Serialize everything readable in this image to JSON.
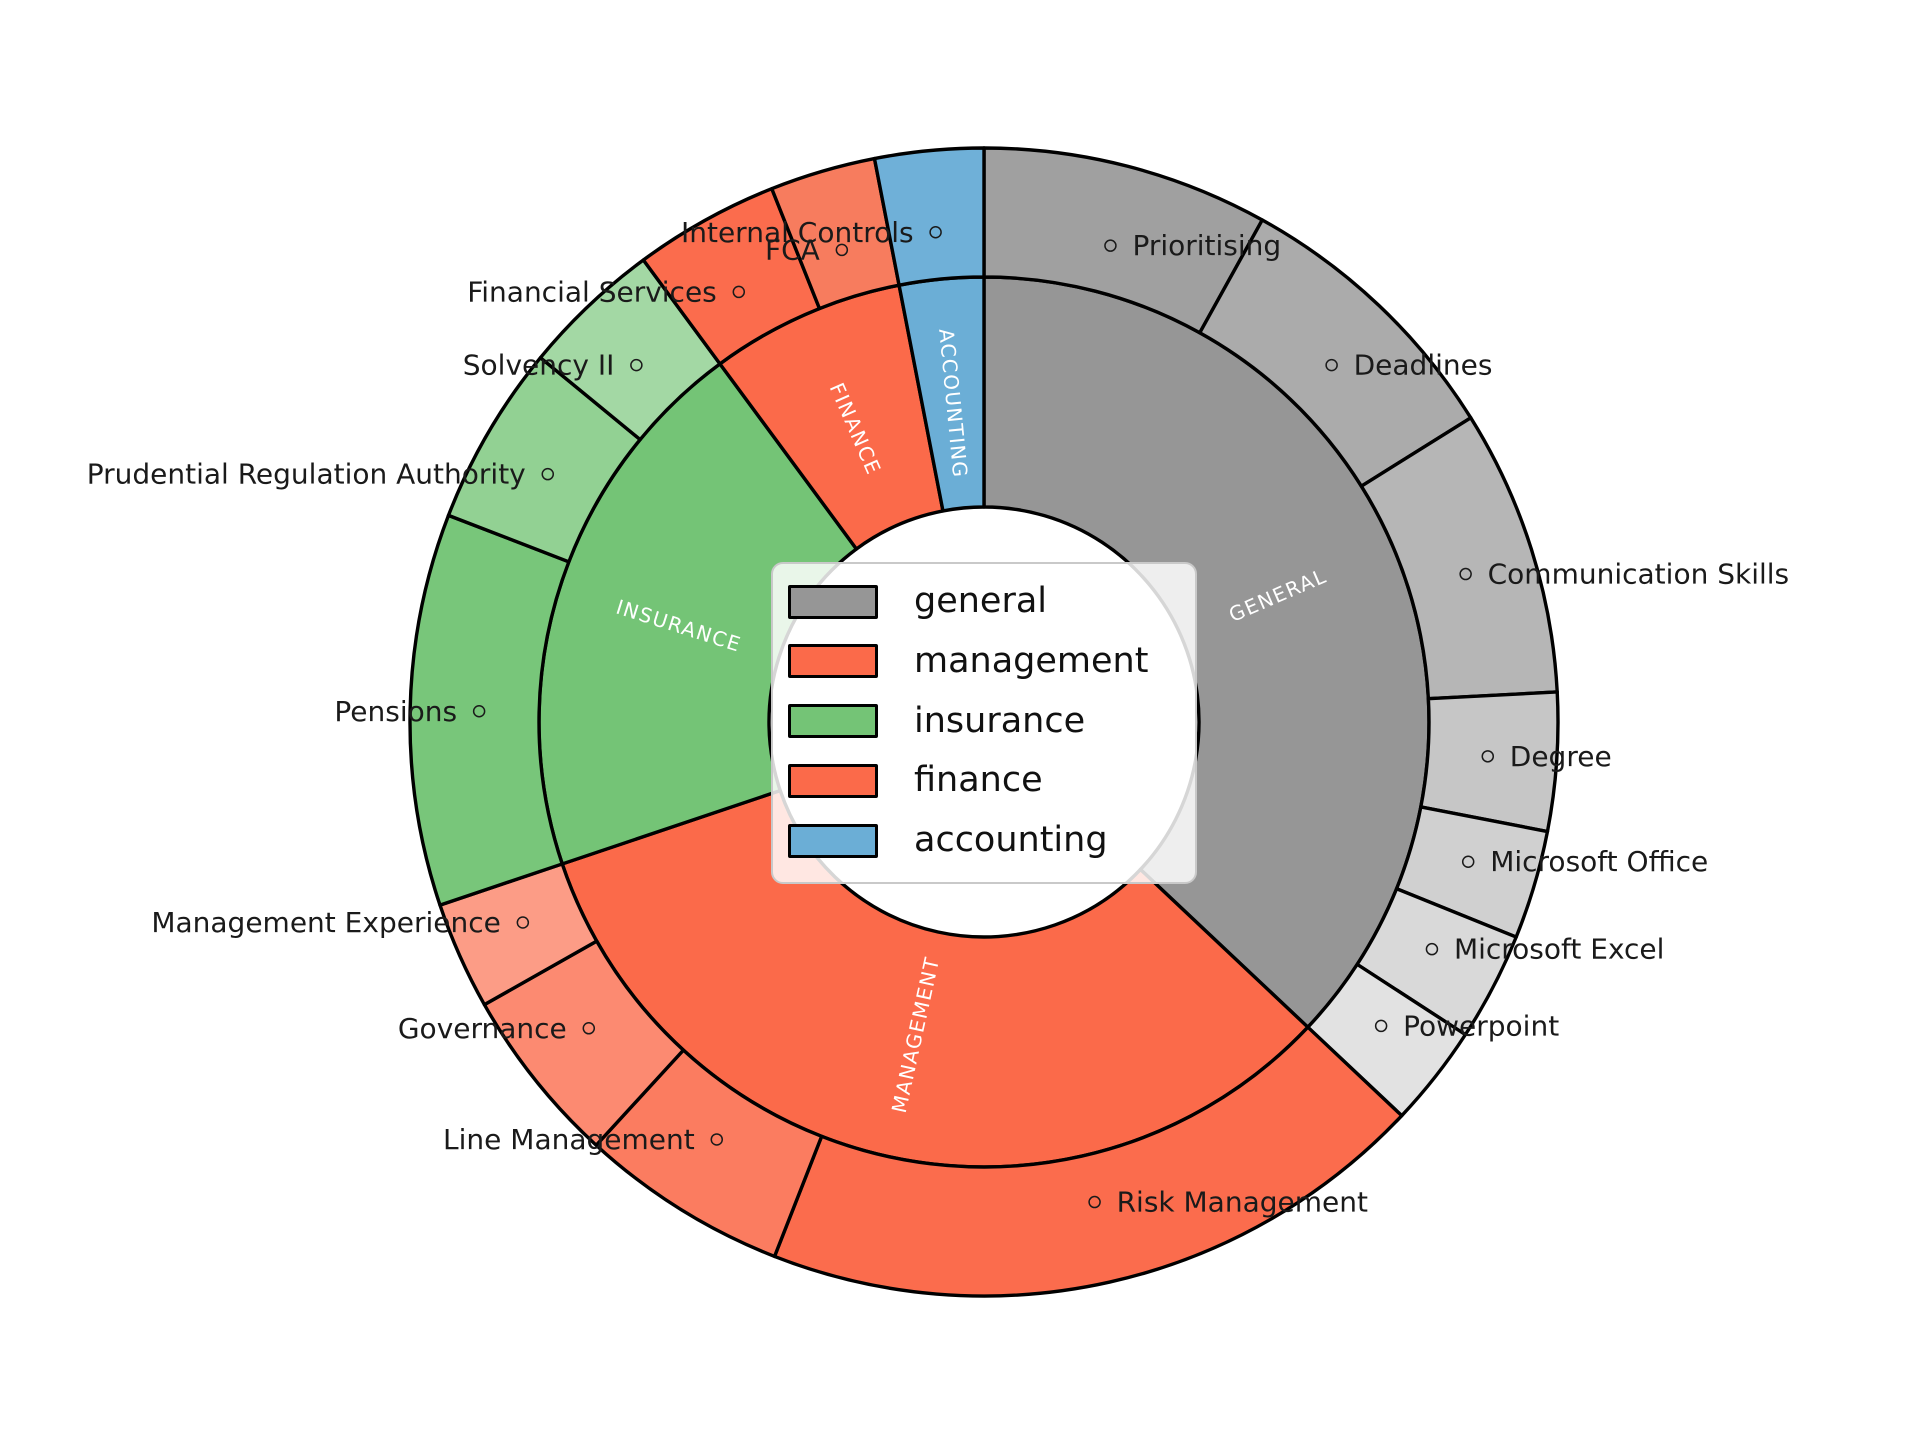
{
  "figure": {
    "background": "#ffffff",
    "description": "Two-ring sunburst chart of CV / job-ad skill keywords grouped into five categories"
  },
  "legend": {
    "position": "center",
    "items": [
      {
        "label": "general",
        "color": "#969696"
      },
      {
        "label": "management",
        "color": "#fb6a4a"
      },
      {
        "label": "insurance",
        "color": "#74c476"
      },
      {
        "label": "finance",
        "color": "#fb6a4a"
      },
      {
        "label": "accounting",
        "color": "#6baed6"
      }
    ]
  },
  "chart_data": {
    "type": "sunburst",
    "title": "",
    "rings": [
      "category",
      "subcategory"
    ],
    "start_angle_deg": 90,
    "direction": "clockwise",
    "grid": false,
    "legend_position": "center",
    "outer_label_marker": "open-circle",
    "units": "share_pct estimated from arc angles (percent of full circle)",
    "categories": [
      {
        "label": "GENERAL",
        "legend_label": "general",
        "color": "#969696",
        "start_deg": 90,
        "end_deg": -43.3,
        "share_pct": 37.0,
        "children": [
          {
            "label": "Prioritising",
            "color": "#a0a0a0",
            "start_deg": 90,
            "end_deg": 61,
            "share_pct": 8.1
          },
          {
            "label": "Deadlines",
            "color": "#ababab",
            "start_deg": 61,
            "end_deg": 32,
            "share_pct": 8.1
          },
          {
            "label": "Communication Skills",
            "color": "#b6b6b6",
            "start_deg": 32,
            "end_deg": 3,
            "share_pct": 8.1
          },
          {
            "label": "Degree",
            "color": "#c6c6c6",
            "start_deg": 3,
            "end_deg": -11,
            "share_pct": 3.9
          },
          {
            "label": "Microsoft Office",
            "color": "#d0d0d0",
            "start_deg": -11,
            "end_deg": -22,
            "share_pct": 3.1
          },
          {
            "label": "Microsoft Excel",
            "color": "#d9d9d9",
            "start_deg": -22,
            "end_deg": -33,
            "share_pct": 3.1
          },
          {
            "label": "Powerpoint",
            "color": "#e2e2e2",
            "start_deg": -33,
            "end_deg": -43.3,
            "share_pct": 2.9
          }
        ]
      },
      {
        "label": "MANAGEMENT",
        "legend_label": "management",
        "color": "#fb6a4a",
        "start_deg": -43.3,
        "end_deg": -161.4,
        "share_pct": 32.8,
        "children": [
          {
            "label": "Risk Management",
            "color": "#fb6c4d",
            "start_deg": -43.3,
            "end_deg": -111.4,
            "share_pct": 18.9
          },
          {
            "label": "Line Management",
            "color": "#fb7c60",
            "start_deg": -111.4,
            "end_deg": -132.5,
            "share_pct": 5.9
          },
          {
            "label": "Governance",
            "color": "#fc8a71",
            "start_deg": -132.5,
            "end_deg": -150.5,
            "share_pct": 5.0
          },
          {
            "label": "Management Experience",
            "color": "#fc9c86",
            "start_deg": -150.5,
            "end_deg": -161.4,
            "share_pct": 3.0
          }
        ]
      },
      {
        "label": "INSURANCE",
        "legend_label": "insurance",
        "color": "#74c476",
        "start_deg": -161.4,
        "end_deg": -233.6,
        "share_pct": 20.1,
        "children": [
          {
            "label": "Pensions",
            "color": "#78c67a",
            "start_deg": -161.4,
            "end_deg": -201.1,
            "share_pct": 11.0
          },
          {
            "label": "Prudential Regulation Authority",
            "color": "#92d193",
            "start_deg": -201.1,
            "end_deg": -219.4,
            "share_pct": 5.1
          },
          {
            "label": "Solvency II",
            "color": "#a3d8a4",
            "start_deg": -219.4,
            "end_deg": -233.6,
            "share_pct": 3.9
          }
        ]
      },
      {
        "label": "FINANCE",
        "legend_label": "finance",
        "color": "#fb6a4a",
        "start_deg": -233.6,
        "end_deg": -259,
        "share_pct": 7.1,
        "children": [
          {
            "label": "Financial Services",
            "color": "#fb6c4d",
            "start_deg": -233.6,
            "end_deg": -248.3,
            "share_pct": 4.1
          },
          {
            "label": "FCA",
            "color": "#f77c5e",
            "start_deg": -248.3,
            "end_deg": -259,
            "share_pct": 3.0
          }
        ]
      },
      {
        "label": "ACCOUNTING",
        "legend_label": "accounting",
        "color": "#6baed6",
        "start_deg": -259,
        "end_deg": -270,
        "share_pct": 3.1,
        "children": [
          {
            "label": "Internal Controls",
            "color": "#6fb0d8",
            "start_deg": -259,
            "end_deg": -270,
            "share_pct": 3.1
          }
        ]
      }
    ]
  }
}
